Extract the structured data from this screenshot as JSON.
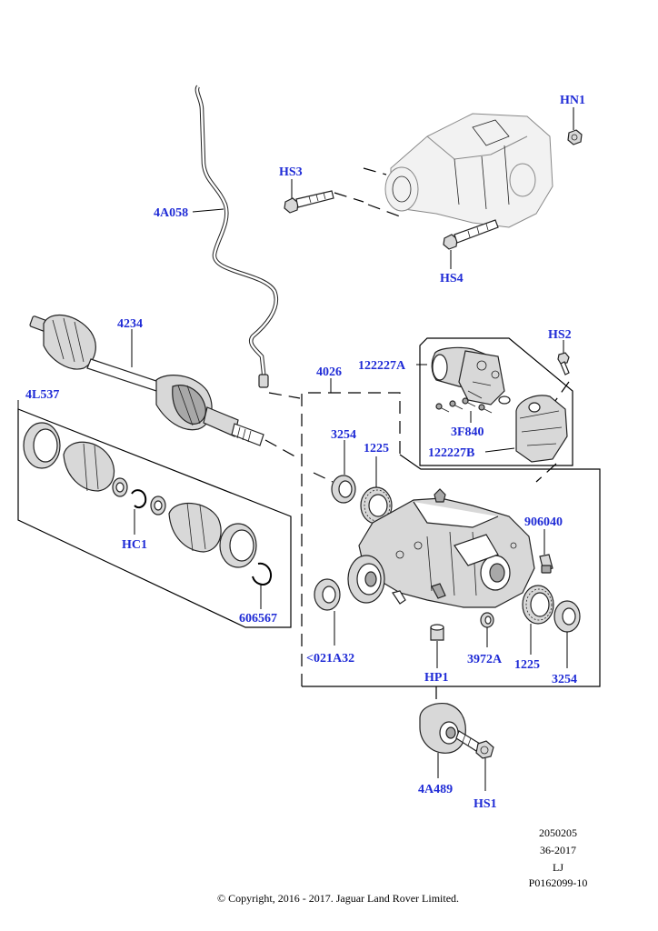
{
  "labels": {
    "hn1": "HN1",
    "hs3": "HS3",
    "hs4": "HS4",
    "p4a058": "4A058",
    "p4234": "4234",
    "hs2": "HS2",
    "p4026": "4026",
    "p122227a": "122227A",
    "p3f840": "3F840",
    "p122227b": "122227B",
    "p4l537": "4L537",
    "hc1": "HC1",
    "p606567": "606567",
    "p3254_top": "3254",
    "p1225_top": "1225",
    "p906040": "906040",
    "p021a32": "<021A32",
    "hp1": "HP1",
    "p3972a": "3972A",
    "p1225_bottom": "1225",
    "p3254_bottom": "3254",
    "p4a489": "4A489",
    "hs1": "HS1"
  },
  "meta": {
    "line1": "2050205",
    "line2": "36-2017",
    "line3": "LJ",
    "line4": "P0162099-10",
    "copyright": "© Copyright, 2016 - 2017. Jaguar Land Rover Limited."
  },
  "colors": {
    "label": "#1f2bd6",
    "line": "#000000",
    "part_fill": "#d8d8d8"
  }
}
